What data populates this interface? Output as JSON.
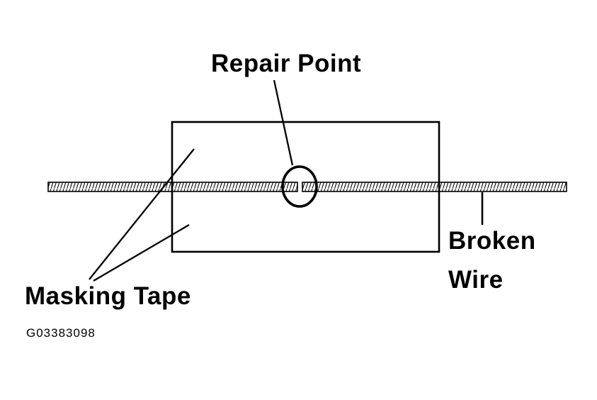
{
  "diagram": {
    "labels": {
      "repair_point": "Repair Point",
      "broken_wire": "Broken Wire",
      "masking_tape": "Masking Tape"
    },
    "figure_id": "G03383098",
    "colors": {
      "ink": "#000000",
      "background": "#ffffff"
    }
  }
}
